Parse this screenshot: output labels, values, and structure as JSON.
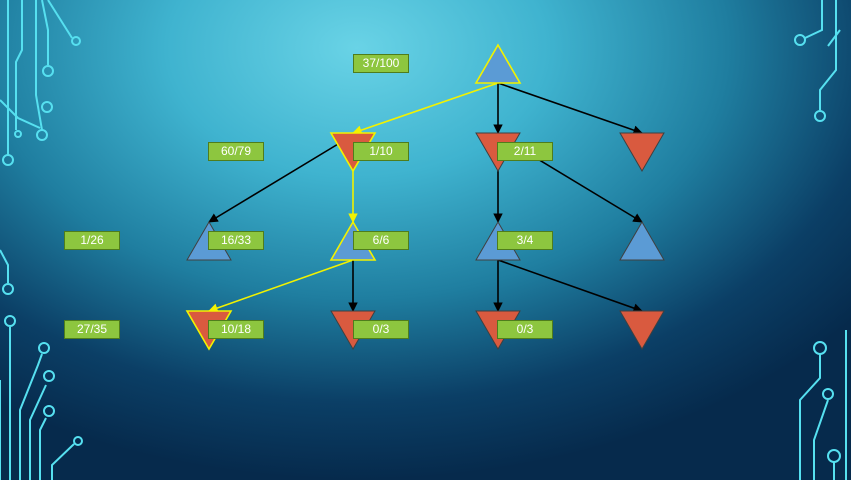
{
  "colors": {
    "max_node_fill": "#5b9bd5",
    "min_node_fill": "#d95a3f",
    "node_stroke": "#404040",
    "highlight": "#f2f200",
    "edge": "#000000",
    "label_fill": "#8dc63f",
    "label_text": "#ffffff",
    "circuit": "#56e0f0"
  },
  "tree": {
    "nodes": [
      {
        "id": "root",
        "kind": "max",
        "score": "37/100",
        "highlighted": true
      },
      {
        "id": "a",
        "kind": "min",
        "score": "60/79",
        "highlighted": true
      },
      {
        "id": "b",
        "kind": "min",
        "score": "1/10",
        "highlighted": false
      },
      {
        "id": "c",
        "kind": "min",
        "score": "2/11",
        "highlighted": false
      },
      {
        "id": "a1",
        "kind": "max",
        "score": "1/26",
        "highlighted": false
      },
      {
        "id": "a2",
        "kind": "max",
        "score": "16/33",
        "highlighted": true
      },
      {
        "id": "b1",
        "kind": "max",
        "score": "6/6",
        "highlighted": false
      },
      {
        "id": "b2",
        "kind": "max",
        "score": "3/4",
        "highlighted": false
      },
      {
        "id": "a2a",
        "kind": "min",
        "score": "27/35",
        "highlighted": true
      },
      {
        "id": "a2b",
        "kind": "min",
        "score": "10/18",
        "highlighted": false
      },
      {
        "id": "b1a",
        "kind": "min",
        "score": "0/3",
        "highlighted": false
      },
      {
        "id": "b1b",
        "kind": "min",
        "score": "0/3",
        "highlighted": false
      }
    ],
    "edges": [
      {
        "from": "root",
        "to": "a",
        "highlighted": true
      },
      {
        "from": "root",
        "to": "b",
        "highlighted": false
      },
      {
        "from": "root",
        "to": "c",
        "highlighted": false
      },
      {
        "from": "a",
        "to": "a1",
        "highlighted": false
      },
      {
        "from": "a",
        "to": "a2",
        "highlighted": true
      },
      {
        "from": "b",
        "to": "b1",
        "highlighted": false
      },
      {
        "from": "b",
        "to": "b2",
        "highlighted": false
      },
      {
        "from": "a2",
        "to": "a2a",
        "highlighted": true
      },
      {
        "from": "a2",
        "to": "a2b",
        "highlighted": false
      },
      {
        "from": "b1",
        "to": "b1a",
        "highlighted": false
      },
      {
        "from": "b1",
        "to": "b1b",
        "highlighted": false
      }
    ]
  }
}
